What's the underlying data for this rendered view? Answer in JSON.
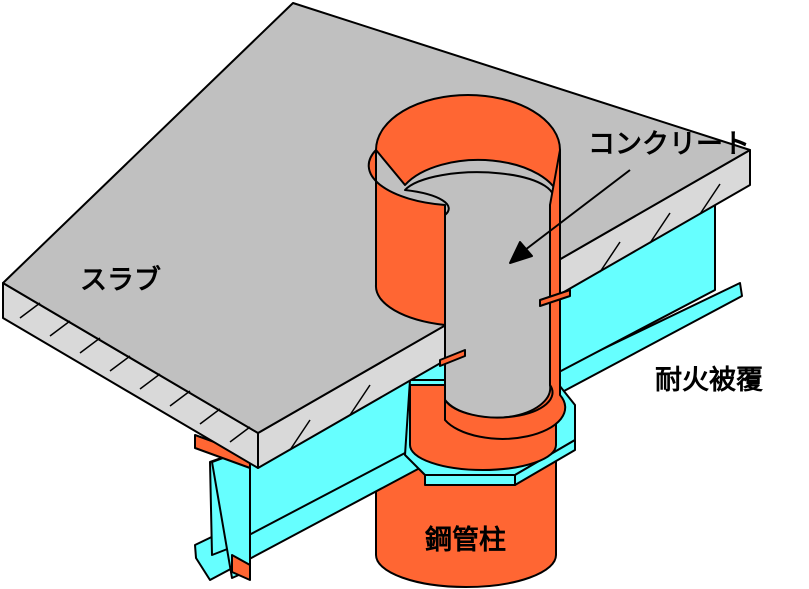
{
  "labels": {
    "concrete": "コンクリート",
    "slab": "スラブ",
    "fireproofing": "耐火被覆",
    "steel_pipe_column": "鋼管柱"
  },
  "colors": {
    "slab": "#c0c0c0",
    "slab_edge": "#d9d9d9",
    "steel": "#ff6633",
    "fireproofing": "#66ffff",
    "concrete": "#c0c0c0"
  }
}
